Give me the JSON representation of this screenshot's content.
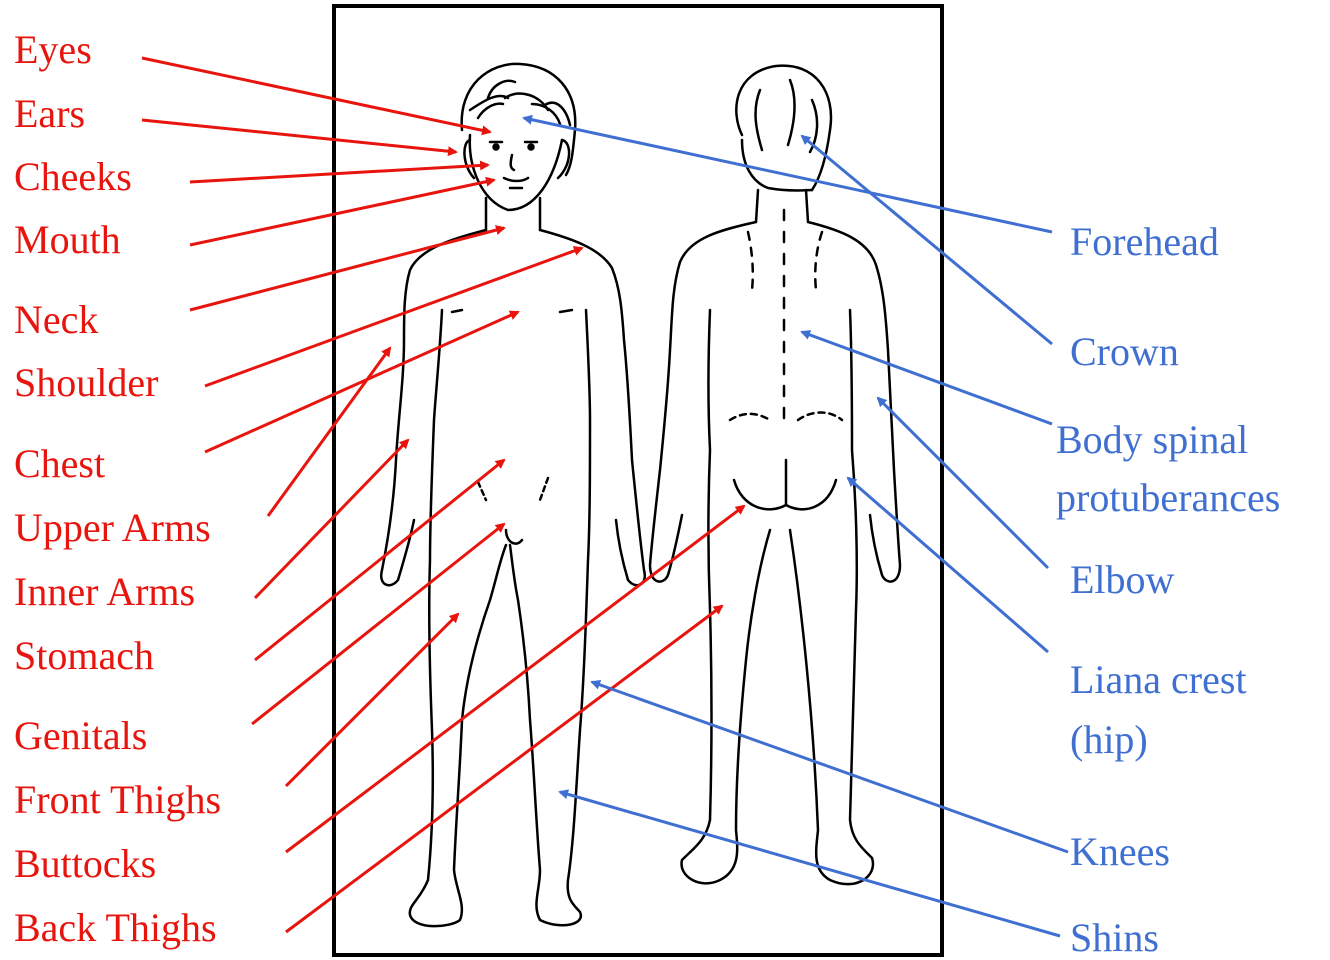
{
  "colors": {
    "front_labels": "#e8140e",
    "back_labels": "#3f6fd1",
    "frame": "#000000"
  },
  "left_labels": [
    "Eyes",
    "Ears",
    "Cheeks",
    "Mouth",
    "Neck",
    "Shoulder",
    "Chest",
    "Upper Arms",
    "Inner Arms",
    "Stomach",
    "Genitals",
    "Front Thighs",
    "Buttocks",
    "Back Thighs"
  ],
  "right_labels": {
    "forehead": "Forehead",
    "crown": "Crown",
    "spinal_line1": "Body spinal",
    "spinal_line2": "protuberances",
    "elbow": "Elbow",
    "hip_line1": "Liana crest",
    "hip_line2": "(hip)",
    "knees": "Knees",
    "shins": "Shins"
  }
}
